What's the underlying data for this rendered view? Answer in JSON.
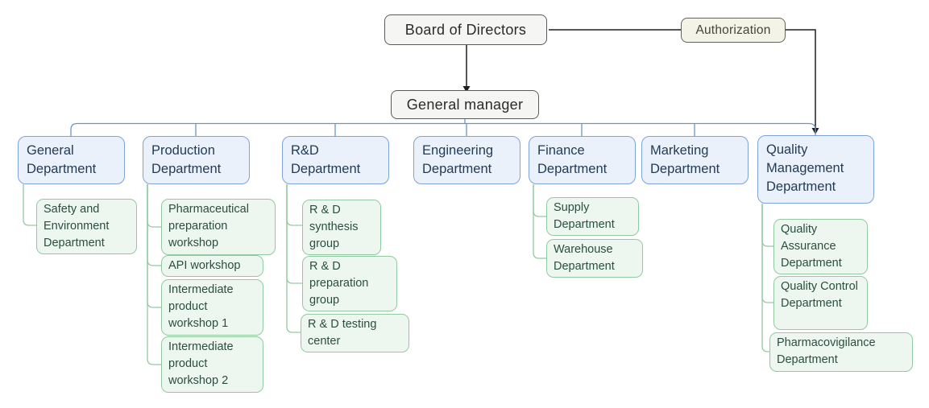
{
  "org": {
    "board_label": "Board of Directors",
    "authorization_label": "Authorization",
    "general_manager_label": "General manager",
    "departments": [
      {
        "label": "General Department",
        "children": [
          {
            "label": "Safety and Environment Department"
          }
        ]
      },
      {
        "label": "Production Department",
        "children": [
          {
            "label": "Pharmaceutical preparation workshop"
          },
          {
            "label": "API workshop"
          },
          {
            "label": "Intermediate product workshop 1"
          },
          {
            "label": "Intermediate product workshop 2"
          }
        ]
      },
      {
        "label": "R&D Department",
        "children": [
          {
            "label": "R & D synthesis group"
          },
          {
            "label": "R & D preparation group"
          },
          {
            "label": "R & D testing center"
          }
        ]
      },
      {
        "label": "Engineering Department",
        "children": []
      },
      {
        "label": "Finance Department",
        "children": [
          {
            "label": "Supply Department"
          },
          {
            "label": "Warehouse Department"
          }
        ]
      },
      {
        "label": "Marketing Department",
        "children": []
      },
      {
        "label": "Quality Management Department",
        "children": [
          {
            "label": "Quality Assurance Department"
          },
          {
            "label": "Quality Control Department"
          },
          {
            "label": "Pharmacovigilance Department"
          }
        ]
      }
    ],
    "colors": {
      "executive_box_fill": "#f5f5f3",
      "executive_box_border": "#5a5a5a",
      "authorization_fill": "#f4f3e8",
      "department_fill": "#eaf1fa",
      "department_border": "#7da3d8",
      "department_text": "#243b55",
      "sub_department_fill": "#edf7f0",
      "sub_department_border": "#93c9a0",
      "sub_department_text": "#2a4f40",
      "connector_black": "#1f1f1f",
      "connector_blue": "#6a95cc",
      "connector_green": "#93c9a0"
    }
  }
}
